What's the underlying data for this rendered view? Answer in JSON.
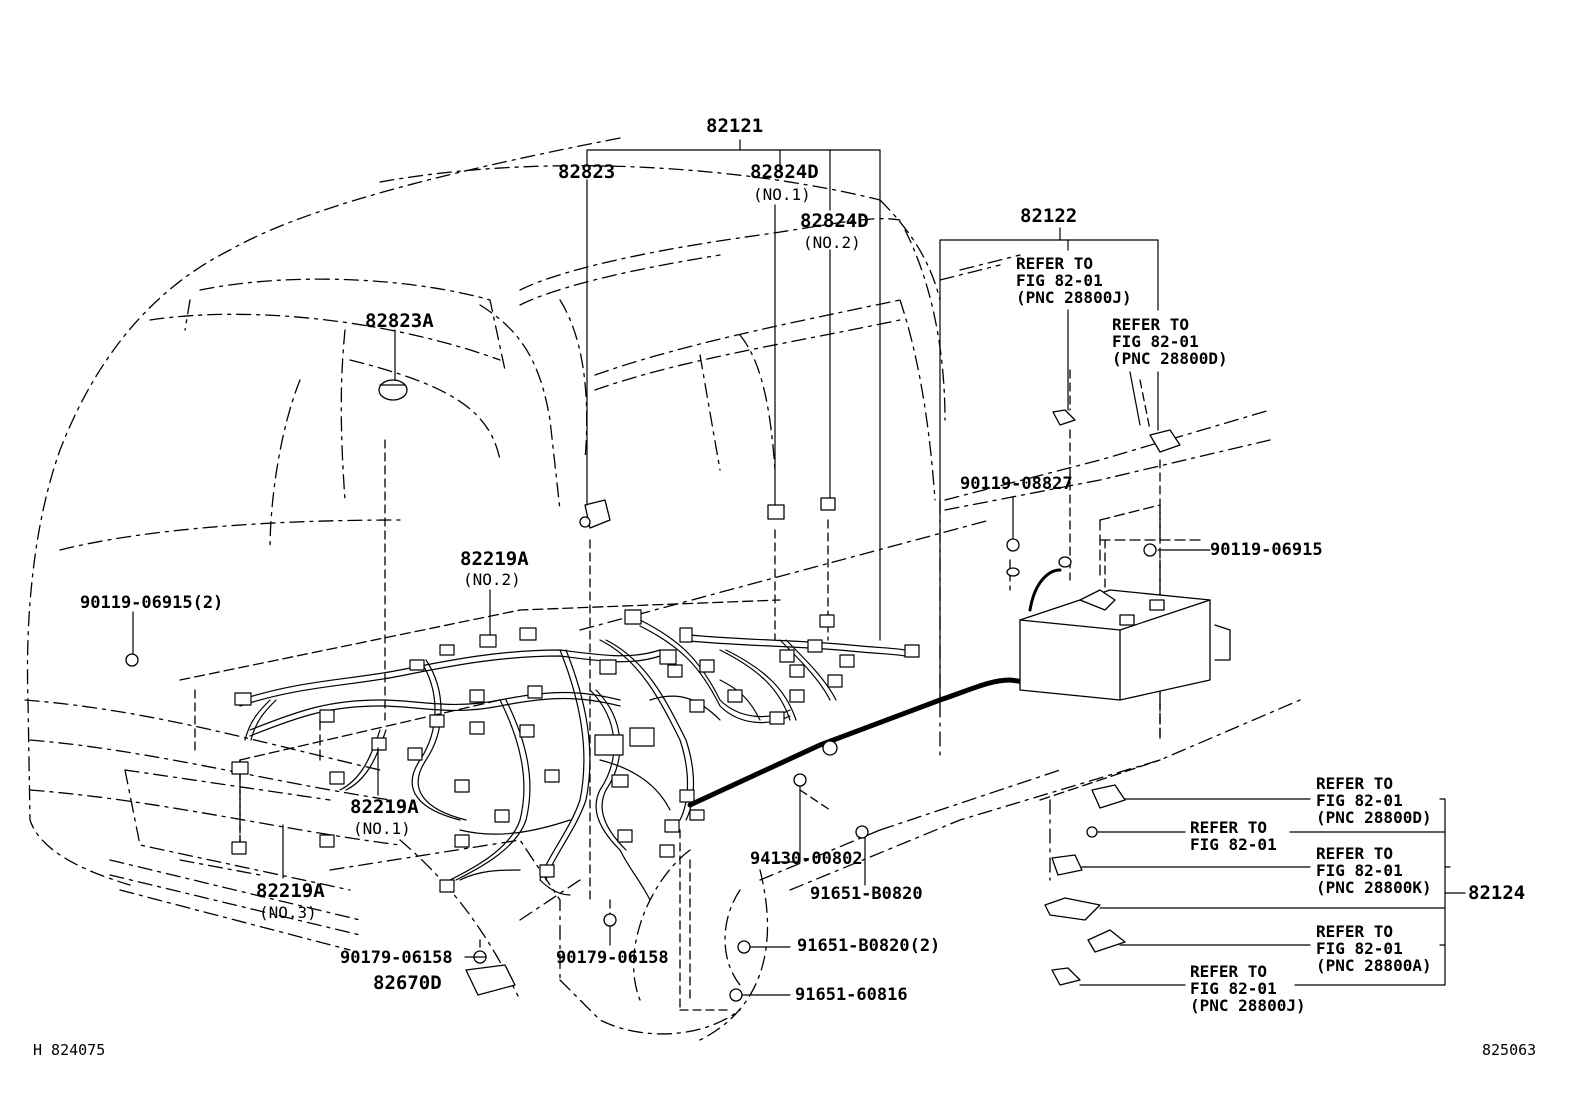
{
  "labels": {
    "l82121": "82121",
    "l82823": "82823",
    "l82824d_1": "82824D",
    "l82824d_1_no": "(NO.1)",
    "l82824d_2": "82824D",
    "l82824d_2_no": "(NO.2)",
    "l82122": "82122",
    "l82823a": "82823A",
    "l82219a_2": "82219A",
    "l82219a_2_no": "(NO.2)",
    "l82219a_1": "82219A",
    "l82219a_1_no": "(NO.1)",
    "l82219a_3": "82219A",
    "l82219a_3_no": "(NO.3)",
    "l90119_06915_2": "90119-06915(2)",
    "l90119_08827": "90119-08827",
    "l90119_06915": "90119-06915",
    "l94130_00802": "94130-00802",
    "l91651_b0820": "91651-B0820",
    "l91651_b0820_2": "91651-B0820(2)",
    "l91651_60816": "91651-60816",
    "l90179_06158_a": "90179-06158",
    "l90179_06158_b": "90179-06158",
    "l82670d": "82670D",
    "l82124": "82124",
    "h_code": "H 824075",
    "fig_code": "825063"
  },
  "refs": {
    "r_j_top": [
      "REFER TO",
      "FIG 82-01",
      "(PNC 28800J)"
    ],
    "r_d_top": [
      "REFER TO",
      "FIG 82-01",
      "(PNC 28800D)"
    ],
    "r_d_right": [
      "REFER TO",
      "FIG 82-01",
      "(PNC 28800D)"
    ],
    "r_fig": [
      "REFER TO",
      "FIG 82-01"
    ],
    "r_k": [
      "REFER TO",
      "FIG 82-01",
      "(PNC 28800K)"
    ],
    "r_a": [
      "REFER TO",
      "FIG 82-01",
      "(PNC 28800A)"
    ],
    "r_j_bottom": [
      "REFER TO",
      "FIG 82-01",
      "(PNC 28800J)"
    ]
  }
}
